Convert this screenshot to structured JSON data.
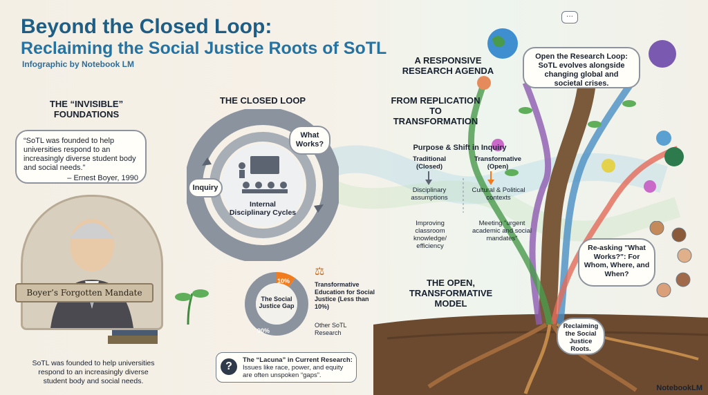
{
  "header": {
    "title_line1": "Beyond the Closed Loop:",
    "title_line2": "Reclaiming the Social Justice Roots of SoTL",
    "credit": "Infographic by Notebook LM"
  },
  "foundations": {
    "heading": "THE “INVISIBLE” FOUNDATIONS",
    "quote": "“SoTL was founded to help universities respond to an increasingly diverse student body and social needs.”",
    "quote_attribution": "– Ernest Boyer, 1990",
    "banner": "Boyer’s Forgotten Mandate",
    "caption": "SoTL was founded to help universities respond to an increasingly diverse student body and social needs."
  },
  "closed_loop": {
    "heading": "THE CLOSED LOOP",
    "what_works": "What Works?",
    "inquiry": "Inquiry",
    "center_label": "Internal Disciplinary Cycles"
  },
  "gap": {
    "title": "The Social Justice Gap",
    "slice_label": "10%",
    "rest_label": "90%",
    "legend_transformative": "Transformative Education for Social Justice (Less than 10%)",
    "legend_other": "Other SoTL Research",
    "lacuna_title": "The “Lacuna” in Current Research:",
    "lacuna_text": "Issues like race, power, and equity are often unspoken “gaps”."
  },
  "chart_data": {
    "type": "pie",
    "title": "The Social Justice Gap",
    "categories": [
      "Transformative Education for Social Justice",
      "Other SoTL Research"
    ],
    "values": [
      10,
      90
    ],
    "colors": [
      "#f07c1f",
      "#8b939e"
    ]
  },
  "shift": {
    "heading": "FROM REPLICATION TO TRANSFORMATION",
    "subheading": "Purpose & Shift in Inquiry",
    "traditional_label": "Traditional (Closed)",
    "transformative_label": "Transformative (Open)",
    "trad_item1": "Disciplinary assumptions",
    "trad_item2": "Improving classroom knowledge/ efficiency",
    "trans_item1": "Cultural & Political contexts",
    "trans_item2": "Meeting \"urgent academic and social mandates\""
  },
  "open_model": {
    "agenda_heading": "A RESPONSIVE RESEARCH AGENDA",
    "open_loop_bubble": "Open the Research Loop: SoTL evolves alongside changing global and societal crises.",
    "model_heading": "THE OPEN, TRANSFORMATIVE MODEL",
    "reasking_bubble": "Re-asking \"What Works?\": For Whom, Where, and When?",
    "roots_bubble": "Reclaiming the Social Justice Roots."
  },
  "footer": {
    "brand": "NotebookLM"
  },
  "colors": {
    "title_blue": "#1e5e85",
    "accent_orange": "#f07c1f",
    "loop_gray": "#8b939e",
    "tree_green": "#4a9a4c",
    "soil_brown": "#6b4a30"
  }
}
